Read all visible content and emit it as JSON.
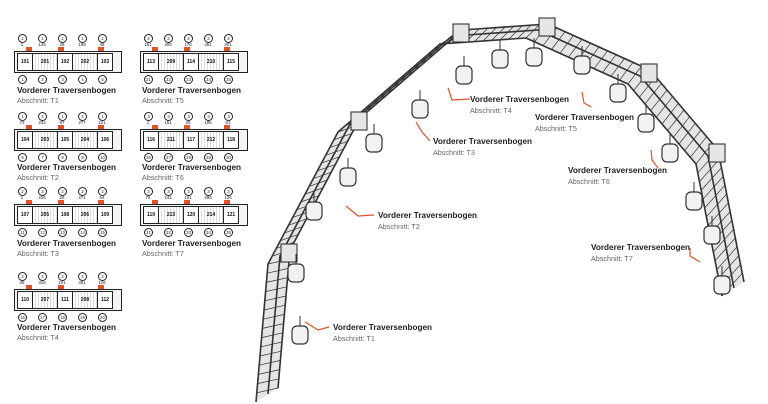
{
  "legend_items": [
    {
      "title": "Vorderer Traversenbogen",
      "subtitle": "Abschnitt: T1",
      "top_circles": [
        "1",
        "1",
        "1",
        "1",
        "1"
      ],
      "top_nums": [
        "1",
        "145",
        "26",
        "189",
        "48"
      ],
      "segments": [
        "101",
        "201",
        "102",
        "202",
        "103"
      ],
      "bottom_circles": [
        "1",
        "2",
        "3",
        "4",
        "5"
      ]
    },
    {
      "title": "Vorderer Traversenbogen",
      "subtitle": "Abschnitt: T2",
      "top_circles": [
        "1",
        "2",
        "1",
        "2",
        "1"
      ],
      "top_nums": [
        "73",
        "233",
        "97",
        "277",
        "121"
      ],
      "segments": [
        "104",
        "203",
        "105",
        "204",
        "106"
      ],
      "bottom_circles": [
        "6",
        "7",
        "8",
        "9",
        "10"
      ]
    },
    {
      "title": "Vorderer Traversenbogen",
      "subtitle": "Abschnitt: T3",
      "top_circles": [
        "2",
        "2",
        "2",
        "2",
        "2"
      ],
      "top_nums": [
        "1",
        "226",
        "26",
        "271",
        "54"
      ],
      "segments": [
        "107",
        "205",
        "108",
        "206",
        "109"
      ],
      "bottom_circles": [
        "11",
        "12",
        "13",
        "14",
        "15"
      ]
    },
    {
      "title": "Vorderer Traversenbogen",
      "subtitle": "Abschnitt: T4",
      "top_circles": [
        "2",
        "2",
        "2",
        "2",
        "2"
      ],
      "top_nums": [
        "36",
        "316",
        "101",
        "361",
        "126"
      ],
      "segments": [
        "110",
        "207",
        "111",
        "208",
        "112"
      ],
      "bottom_circles": [
        "16",
        "17",
        "18",
        "19",
        "20"
      ]
    },
    {
      "title": "Vorderer Traversenbogen",
      "subtitle": "Abschnitt: T5",
      "top_circles": [
        "2",
        "2",
        "2",
        "2",
        "2"
      ],
      "top_nums": [
        "151",
        "406",
        "176",
        "451",
        "201"
      ],
      "segments": [
        "113",
        "209",
        "114",
        "210",
        "115"
      ],
      "bottom_circles": [
        "21",
        "22",
        "23",
        "24",
        "25"
      ]
    },
    {
      "title": "Vorderer Traversenbogen",
      "subtitle": "Abschnitt: T6",
      "top_circles": [
        "3",
        "3",
        "3",
        "3",
        "3"
      ],
      "top_nums": [
        "1",
        "151",
        "26",
        "196",
        "51"
      ],
      "segments": [
        "116",
        "211",
        "117",
        "212",
        "118"
      ],
      "bottom_circles": [
        "26",
        "27",
        "28",
        "29",
        "30"
      ]
    },
    {
      "title": "Vorderer Traversenbogen",
      "subtitle": "Abschnitt: T7",
      "top_circles": [
        "3",
        "3",
        "3",
        "3",
        "3"
      ],
      "top_nums": [
        "76",
        "241",
        "101",
        "286",
        "126"
      ],
      "segments": [
        "119",
        "213",
        "120",
        "214",
        "121"
      ],
      "bottom_circles": [
        "31",
        "32",
        "33",
        "34",
        "35"
      ]
    }
  ],
  "callouts": [
    {
      "title": "Vorderer Traversenbogen",
      "subtitle": "Abschnitt: T1"
    },
    {
      "title": "Vorderer Traversenbogen",
      "subtitle": "Abschnitt: T2"
    },
    {
      "title": "Vorderer Traversenbogen",
      "subtitle": "Abschnitt: T3"
    },
    {
      "title": "Vorderer Traversenbogen",
      "subtitle": "Abschnitt: T4"
    },
    {
      "title": "Vorderer Traversenbogen",
      "subtitle": "Abschnitt: T5"
    },
    {
      "title": "Vorderer Traversenbogen",
      "subtitle": "Abschnitt: T6"
    },
    {
      "title": "Vorderer Traversenbogen",
      "subtitle": "Abschnitt: T7"
    }
  ],
  "colors": {
    "leader": "#e0522c",
    "truss": "#cfcfcf",
    "stroke": "#333333",
    "text": "#222222"
  }
}
